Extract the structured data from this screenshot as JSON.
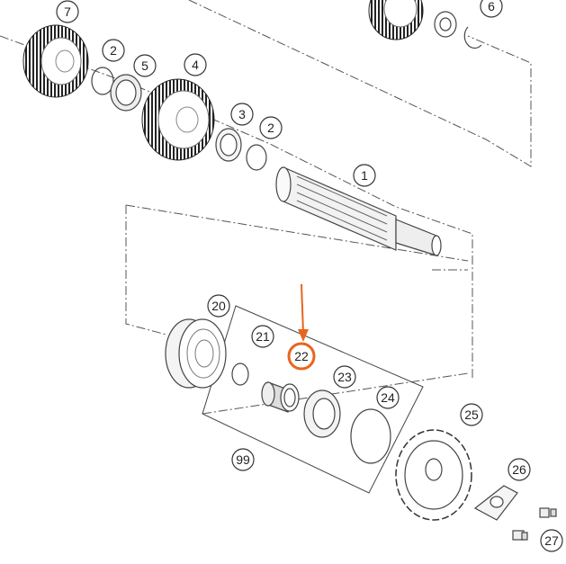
{
  "diagram": {
    "callouts": [
      {
        "id": "c1",
        "label": "1"
      },
      {
        "id": "c2a",
        "label": "2"
      },
      {
        "id": "c2b",
        "label": "2"
      },
      {
        "id": "c3",
        "label": "3"
      },
      {
        "id": "c4",
        "label": "4"
      },
      {
        "id": "c5",
        "label": "5"
      },
      {
        "id": "c6",
        "label": "6"
      },
      {
        "id": "c7",
        "label": "7"
      },
      {
        "id": "c20",
        "label": "20"
      },
      {
        "id": "c21",
        "label": "21"
      },
      {
        "id": "c22",
        "label": "22"
      },
      {
        "id": "c23",
        "label": "23"
      },
      {
        "id": "c24",
        "label": "24"
      },
      {
        "id": "c25",
        "label": "25"
      },
      {
        "id": "c26",
        "label": "26"
      },
      {
        "id": "c27",
        "label": "27"
      },
      {
        "id": "c99",
        "label": "99"
      }
    ],
    "highlight": {
      "label": "22",
      "color": "#e8651f"
    },
    "colors": {
      "line": "#444444",
      "highlight": "#e8651f"
    }
  }
}
